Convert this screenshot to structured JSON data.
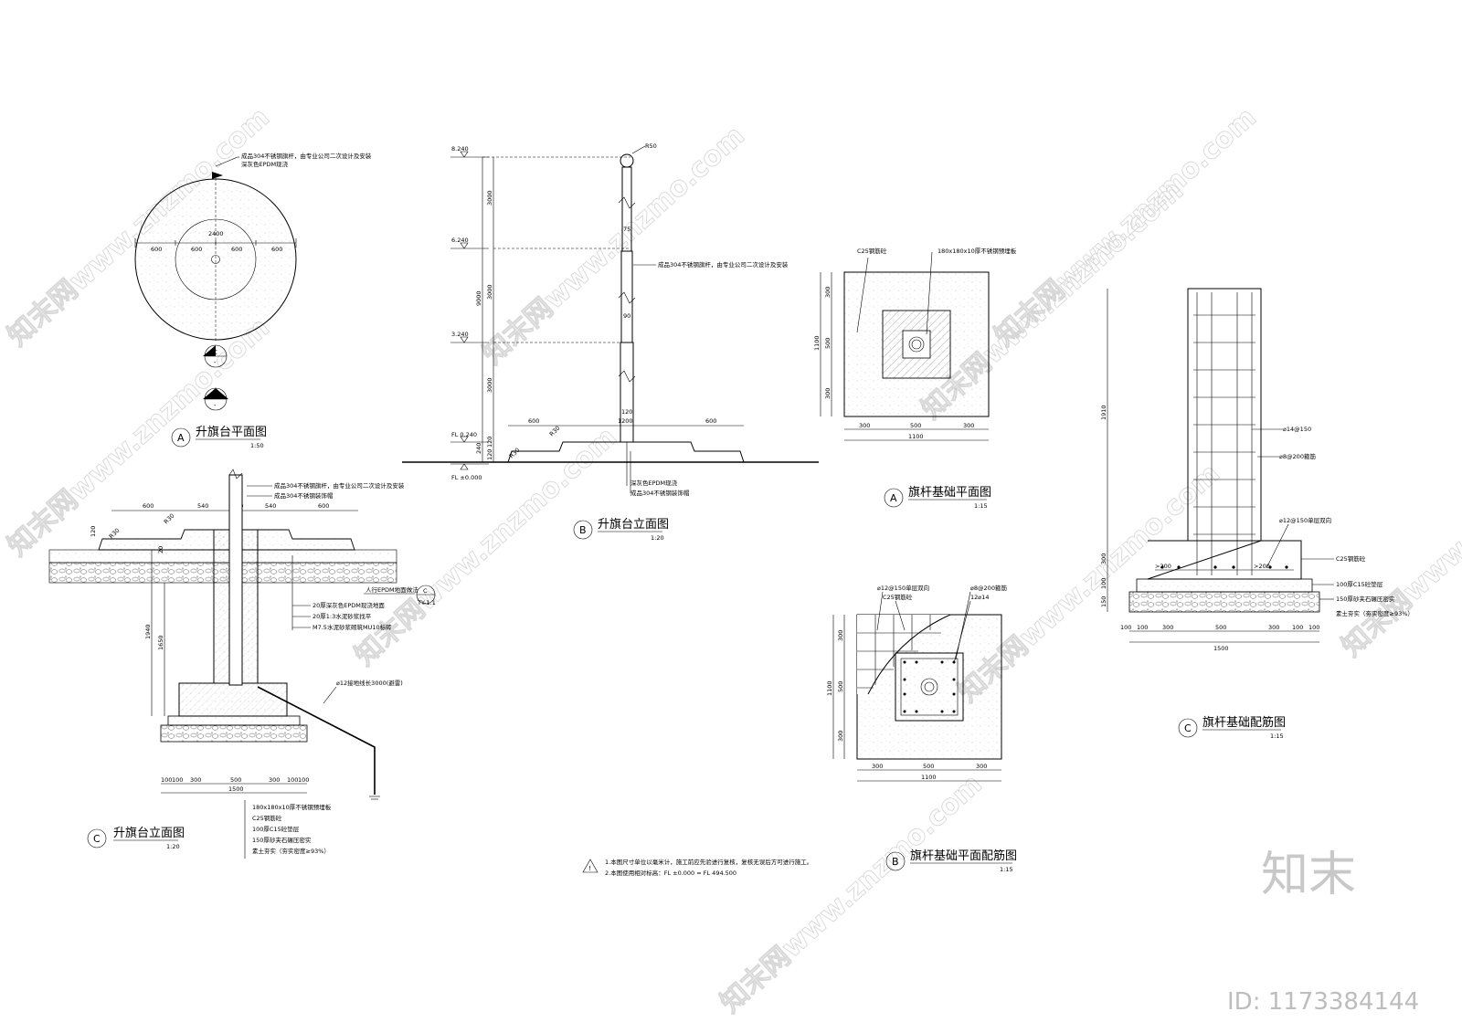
{
  "watermark": {
    "text": "知末网www.znzmo.com"
  },
  "brand": {
    "logo": "知末",
    "id": "ID: 1173384144"
  },
  "viewA_plan": {
    "label": "A",
    "title": "升旗台平面图",
    "scale": "1:50",
    "note1": "成品304不锈钢旗杆，由专业公司二次设计及安装",
    "note2": "深灰色EPDM现浇",
    "dims": [
      "2400",
      "600",
      "600",
      "600",
      "600"
    ],
    "sectionC": "C",
    "sectionB": "B",
    "dash": "-"
  },
  "viewB_elev": {
    "label": "B",
    "title": "升旗台立面图",
    "scale": "1:20",
    "levels": [
      "8.240",
      "6.240",
      "3.240",
      "FL 0.240",
      "FL ±0.000"
    ],
    "vdims": [
      "3000",
      "3000",
      "9000",
      "3000",
      "240",
      "120",
      "120"
    ],
    "diam": [
      "75",
      "90",
      "120"
    ],
    "hdims": [
      "600",
      "1200",
      "600"
    ],
    "radius": [
      "R50",
      "R30",
      "R30"
    ],
    "note_pole": "成品304不锈钢旗杆，由专业公司二次设计及安装",
    "note_epdm": "深灰色EPDM现浇",
    "note_cap": "成品304不锈钢装饰帽"
  },
  "viewC_elev": {
    "label": "C",
    "title": "升旗台立面图",
    "scale": "1:20",
    "top_notes": [
      "成品304不锈钢旗杆，由专业公司二次设计及安装",
      "成品304不锈钢装饰帽"
    ],
    "top_dims": [
      "600",
      "540",
      "120",
      "540",
      "600"
    ],
    "small": [
      "120",
      "R30",
      "R30",
      "20"
    ],
    "side_notes": [
      "人行EPDM地面做法",
      "20厚深灰色EPDM现浇地面",
      "20厚1:3水泥砂浆找平",
      "M7.5水泥砂浆砌筑MU10标砖"
    ],
    "ref": [
      "C",
      "TY-1.1"
    ],
    "vdims": [
      "1940",
      "1650"
    ],
    "ground_note": "⌀12接地线长3000(避雷)",
    "bot_dims": [
      "100",
      "100",
      "300",
      "500",
      "300",
      "100",
      "100",
      "1500"
    ],
    "bottom_notes": [
      "180x180x10厚不锈钢预埋板",
      "C25钢筋砼",
      "100厚C15砼垫层",
      "150厚砂夹石碾压密实",
      "素土夯实（夯实密度≥93%）"
    ]
  },
  "viewA_found": {
    "label": "A",
    "title": "旗杆基础平面图",
    "scale": "1:15",
    "note_left": "C25钢筋砼",
    "note_right": "180x180x10厚不锈钢预埋板",
    "vdims": [
      "300",
      "500",
      "300",
      "1100"
    ],
    "hdims": [
      "300",
      "500",
      "300",
      "1100"
    ]
  },
  "viewB_found": {
    "label": "B",
    "title": "旗杆基础平面配筋图",
    "scale": "1:15",
    "notes_left": [
      "⌀12@150单层双向",
      "C25钢筋砼"
    ],
    "notes_right": [
      "⌀8@200箍筋",
      "12⌀14"
    ],
    "vdims": [
      "300",
      "500",
      "300",
      "1100"
    ],
    "hdims": [
      "300",
      "500",
      "300",
      "1100"
    ]
  },
  "viewC_found": {
    "label": "C",
    "title": "旗杆基础配筋图",
    "scale": "1:15",
    "vdims": [
      "1910",
      "300",
      "100",
      "150"
    ],
    "notes": [
      "⌀14@150",
      "⌀8@200箍筋",
      "⌀12@150单层双向",
      "C25钢筋砼",
      "100厚C15砼垫层",
      "150厚砂夹石碾压密实",
      "素土夯实（夯实密度≥93%）"
    ],
    "cover": [
      ">200",
      ">200"
    ],
    "bot_dims": [
      "100",
      "100",
      "300",
      "500",
      "300",
      "100",
      "100",
      "1500"
    ]
  },
  "general_notes": {
    "line1": "1.本图尺寸单位以毫米计，施工前应先验进行复核，复核无误后方可进行施工。",
    "line2": "2.本图使用相对标高：FL ±0.000 = FL 494.500"
  }
}
